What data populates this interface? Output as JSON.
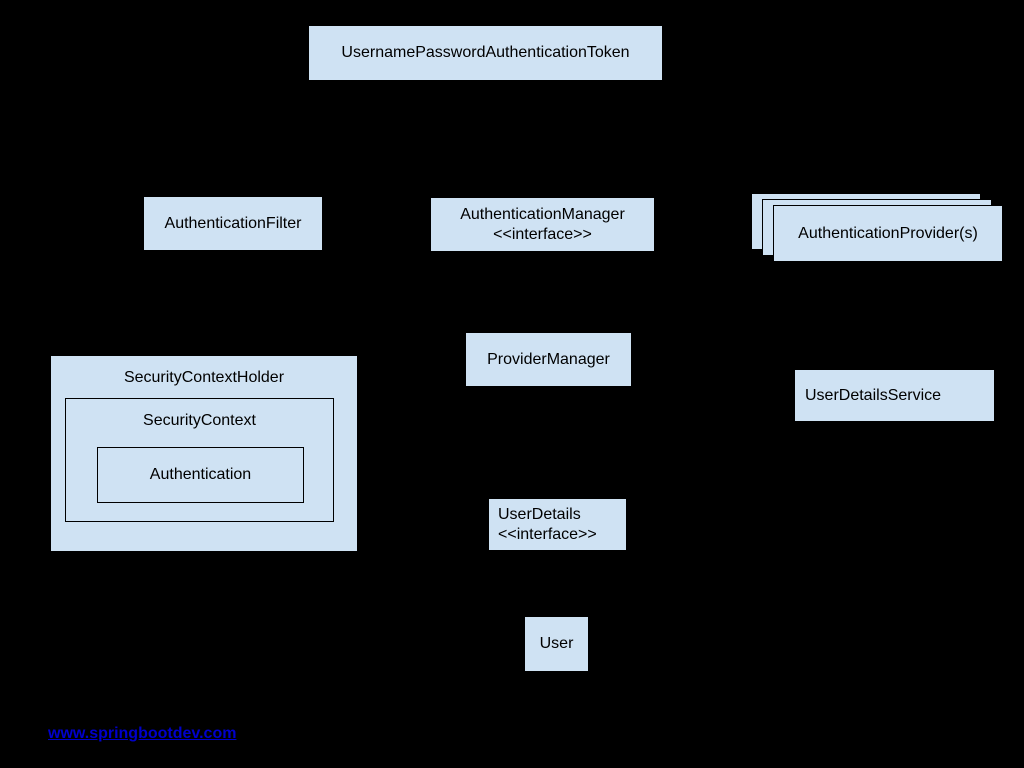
{
  "diagram": {
    "colors": {
      "background": "#000000",
      "node_fill": "#cfe2f3",
      "node_border": "#000000",
      "text": "#000000",
      "link": "#0000cc"
    },
    "nodes": {
      "token": {
        "label": "UsernamePasswordAuthenticationToken"
      },
      "authentication_filter": {
        "label": "AuthenticationFilter"
      },
      "authentication_manager": {
        "label": "AuthenticationManager",
        "stereotype": "<<interface>>"
      },
      "authentication_providers": {
        "label": "AuthenticationProvider(s)"
      },
      "provider_manager": {
        "label": "ProviderManager"
      },
      "user_details_service": {
        "label": "UserDetailsService"
      },
      "security_context_holder": {
        "label": "SecurityContextHolder"
      },
      "security_context": {
        "label": "SecurityContext"
      },
      "authentication": {
        "label": "Authentication"
      },
      "user_details": {
        "label": "UserDetails",
        "stereotype": "<<interface>>"
      },
      "user": {
        "label": "User"
      }
    },
    "footer": {
      "link_text": "www.springbootdev.com"
    }
  }
}
